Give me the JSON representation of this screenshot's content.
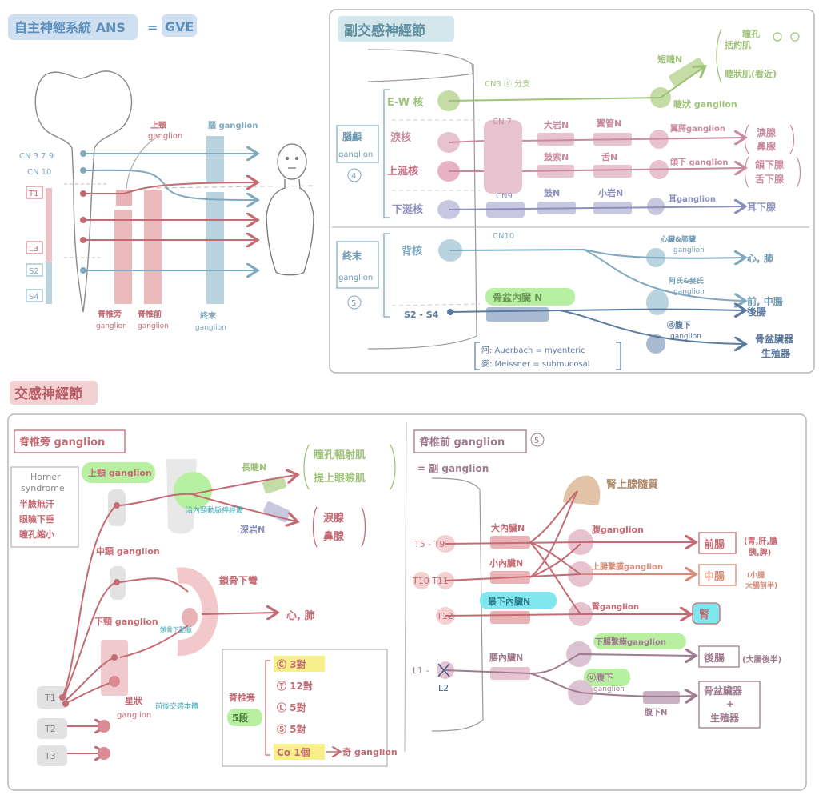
{
  "colors": {
    "blue": "#7fa9bf",
    "blue_fill": "#b9d3df",
    "red": "#c46a73",
    "red_fill": "#e9b2b6",
    "green": "#9fc27a",
    "green_fill": "#c6dca6",
    "purple": "#8c8fbd",
    "purple_fill": "#c7c7e0",
    "pink": "#c98aa0",
    "pink_fill": "#e7c2cf",
    "navy": "#5b7aa0",
    "navy_fill": "#a9bbd3",
    "brown": "#b08a6a",
    "brown_fill": "#e3c3a8",
    "orange": "#d58c78",
    "gray": "#bcbcbc",
    "gray_fill": "#e2e2e2",
    "highlight_green": "#b8f0a2",
    "highlight_yellow": "#f7f08a",
    "highlight_cyan": "#7fe8ee",
    "box_stroke": "#b5b5b5"
  },
  "ans": {
    "title": "自主神經系統 ANS",
    "eq": "=",
    "gve": "GVE",
    "cn_top": "CN 3 7 9",
    "cn_10": "CN 10",
    "t1": "T1",
    "l3": "L3",
    "s2": "S2",
    "s4": "S4",
    "upper_neck_1": "上頸",
    "upper_neck_2": "ganglion",
    "brain_ganglion": "腦 ganglion",
    "paravert_1": "脊椎旁",
    "paravert_2": "ganglion",
    "prevert_1": "脊椎前",
    "prevert_2": "ganglion",
    "terminal_1": "終末",
    "terminal_2": "ganglion"
  },
  "para": {
    "title": "副交感神經節",
    "cranial_1": "腦顱",
    "cranial_2": "ganglion",
    "cranial_n": "4",
    "terminal_1": "終末",
    "terminal_2": "ganglion",
    "terminal_n": "5",
    "ew": "E-W 核",
    "salivary_lac": "淚核",
    "sup_salivary": "上涎核",
    "inf_salivary": "下涎核",
    "dorsal": "背核",
    "sacral": "S2 - S4",
    "cn3": "CN3 ⓣ 分支",
    "cn7": "CN 7",
    "cn9": "CN9",
    "cn10": "CN10",
    "greater_pet": "大岩N",
    "pterygoid": "翼管N",
    "chorda": "鼓索N",
    "lingual": "舌N",
    "tympanic": "鼓N",
    "lesser_pet": "小岩N",
    "pelvic_splanchnic": "骨盆內臟 N",
    "short_ciliary": "短睫N",
    "ciliary_ganglion": "睫狀 ganglion",
    "pterygopalatine": "翼腭ganglion",
    "submandibular": "頜下 ganglion",
    "otic": "耳ganglion",
    "cardiac_1": "心臟&肺臟",
    "cardiac_2": "ganglion",
    "auerbach_1": "阿氏&麥氏",
    "auerbach_2": "ganglion",
    "hypogastric_1": "ⓓ腹下",
    "hypogastric_2": "ganglion",
    "t_pupil_1": "瞳孔",
    "t_pupil_2": "括約肌",
    "t_ciliary": "睫狀肌(看近)",
    "t_lac_1": "淚腺",
    "t_lac_2": "鼻腺",
    "t_sub_1": "頜下腺",
    "t_sub_2": "舌下腺",
    "t_parotid": "耳下腺",
    "t_heart": "心, 肺",
    "t_fore": "前, 中腸",
    "t_hind": "後腸",
    "t_pelvic_1": "骨盆臟器",
    "t_pelvic_2": "生殖器",
    "note_1": "阿: Auerbach = myenteric",
    "note_2": "麥: Meissner = submucosal"
  },
  "symp": {
    "title": "交感神經節",
    "paravert_title": "脊椎旁 ganglion",
    "horner_1": "Horner",
    "horner_2": "syndrome",
    "horner_3": "半臉無汗",
    "horner_4": "眼瞼下垂",
    "horner_5": "瞳孔縮小",
    "superior_cervical": "上頸 ganglion",
    "middle_cervical": "中頸 ganglion",
    "inferior_cervical": "下頸 ganglion",
    "stellate_1": "星狀",
    "stellate_2": "ganglion",
    "stellate_note": "前後交感本體",
    "carotid_plexus": "沿內頸動脈神經叢",
    "subclavian": "鎖骨下動脈",
    "clavicle": "鎖骨下彎",
    "long_ciliary": "長睫N",
    "deep_petrosal": "深岩N",
    "t_dilator": "瞳孔輻射肌",
    "t_levator": "提上眼瞼肌",
    "t_lac_1": "淚腺",
    "t_lac_2": "鼻腺",
    "t_heart": "心, 肺",
    "t1": "T1",
    "t2": "T2",
    "t3": "T3",
    "legend_title_1": "脊椎旁",
    "legend_five": "5段",
    "legend_c": "Ⓒ 3對",
    "legend_t": "Ⓣ 12對",
    "legend_l": "Ⓛ 5對",
    "legend_s": "Ⓢ 5對",
    "legend_co": "Co 1個",
    "legend_odd": "奇 ganglion",
    "prevert_title": "脊椎前 ganglion",
    "prevert_n": "5",
    "prevert_alias": "= 副 ganglion",
    "adrenal": "腎上腺髓質",
    "t5t9": "T5 - T9",
    "t10t11": "T10  T11",
    "t12": "T12",
    "l1l2": "L1 - ",
    "l2_fix": "L2",
    "greater_splanchnic": "大內臟N",
    "lesser_splanchnic": "小內臟N",
    "least_splanchnic": "最下內臟N",
    "lumbar_splanchnic": "腰內臟N",
    "celiac": "腹ganglion",
    "sup_mesenteric": "上腸繫膜ganglion",
    "renal": "腎ganglion",
    "inf_mesenteric": "下腸繫膜ganglion",
    "sup_hypogastric_1": "ⓤ腹下",
    "sup_hypogastric_2": "ganglion",
    "hypogastric_n": "腹下N",
    "t_foregut": "前腸",
    "t_foregut_d1": "(胃,肝,膽",
    "t_foregut_d2": "胰,脾)",
    "t_midgut": "中腸",
    "t_midgut_d1": "(小腸",
    "t_midgut_d2": "大腸前半)",
    "t_kidney": "腎",
    "t_hindgut": "後腸",
    "t_hindgut_d": "(大腸後半)",
    "t_pelvic_1": "骨盆臟器",
    "t_pelvic_2": "+",
    "t_pelvic_3": "生殖器"
  }
}
